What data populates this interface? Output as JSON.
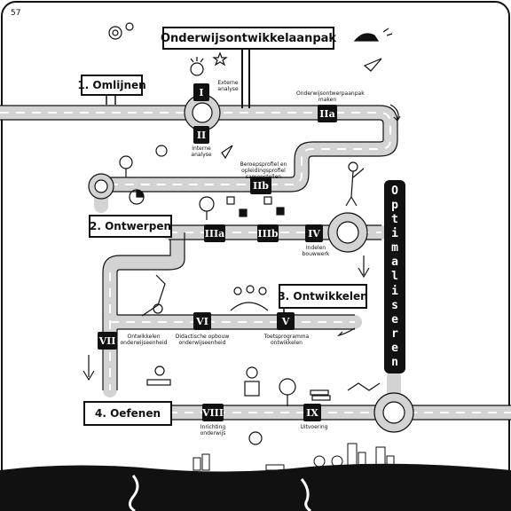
{
  "page_number": "57",
  "title": "Onderwijsontwikkelaanpak",
  "vertical_banner": "Optimaliseren",
  "phases": [
    {
      "label": "1. Omlijnen"
    },
    {
      "label": "2. Ontwerpen"
    },
    {
      "label": "3. Ontwikkelen"
    },
    {
      "label": "4. Oefenen"
    }
  ],
  "steps": [
    {
      "num": "I",
      "text": "Externe analyse"
    },
    {
      "num": "II",
      "text": "Interne analyse"
    },
    {
      "num": "IIa",
      "text": "Onderwijsontwerpaanpak maken"
    },
    {
      "num": "IIb",
      "text": "Beroepsprofiel en opleidingsprofiel samenstellen"
    },
    {
      "num": "IIIa",
      "text": ""
    },
    {
      "num": "IIIb",
      "text": ""
    },
    {
      "num": "IV",
      "text": "Indelen bouwwerk"
    },
    {
      "num": "V",
      "text": "Toetsprogramma ontwikkelen"
    },
    {
      "num": "VI",
      "text": "Didactische opbouw onderwijseenheid"
    },
    {
      "num": "VII",
      "text": "Ontwikkelen onderwijseenheid"
    },
    {
      "num": "VIII",
      "text": "Inrichting onderwijs"
    },
    {
      "num": "IX",
      "text": "Uitvoering"
    }
  ],
  "colors": {
    "ink": "#111111",
    "paper": "#ffffff",
    "road": "#d3d3d3",
    "ground": "#111111"
  }
}
